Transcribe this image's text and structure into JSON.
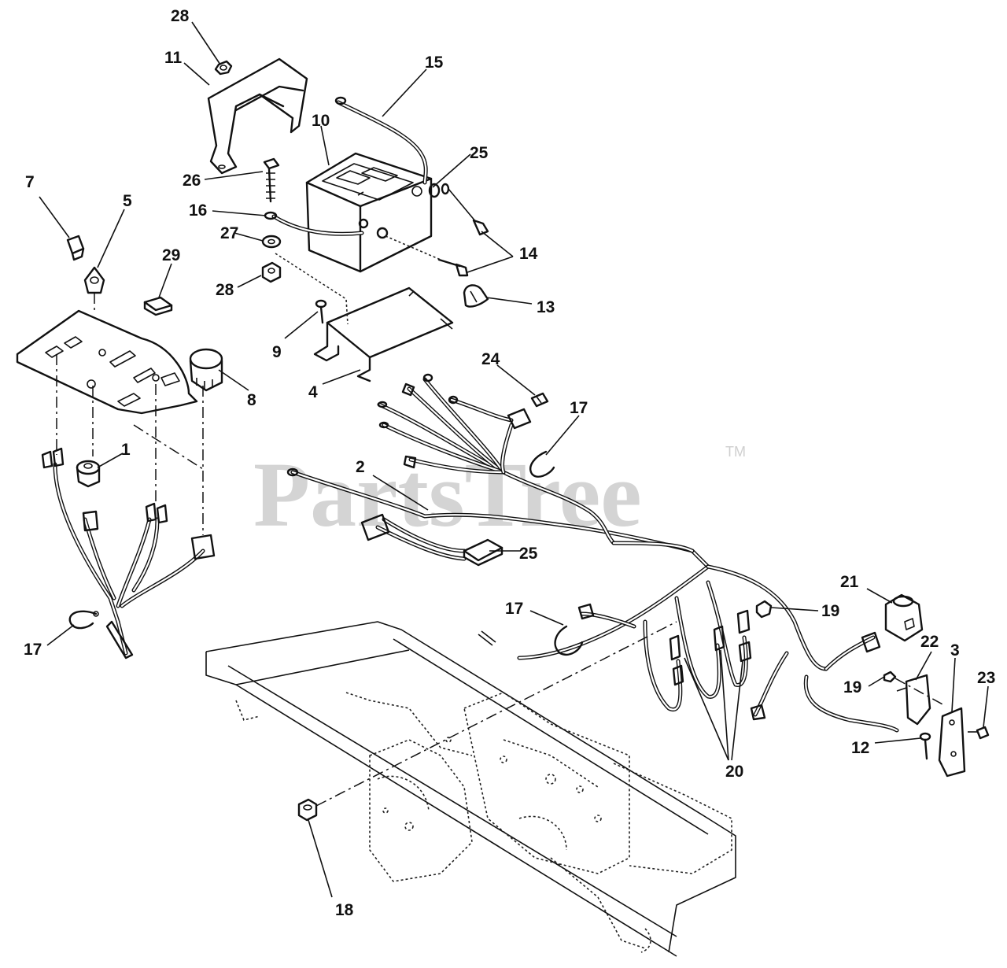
{
  "watermark": {
    "text": "PartsTree",
    "tm": "TM"
  },
  "callouts": [
    {
      "n": "28"
    },
    {
      "n": "11"
    },
    {
      "n": "15"
    },
    {
      "n": "10"
    },
    {
      "n": "25"
    },
    {
      "n": "26"
    },
    {
      "n": "7"
    },
    {
      "n": "5"
    },
    {
      "n": "16"
    },
    {
      "n": "27"
    },
    {
      "n": "14"
    },
    {
      "n": "29"
    },
    {
      "n": "28"
    },
    {
      "n": "13"
    },
    {
      "n": "9"
    },
    {
      "n": "8"
    },
    {
      "n": "4"
    },
    {
      "n": "24"
    },
    {
      "n": "17"
    },
    {
      "n": "1"
    },
    {
      "n": "2"
    },
    {
      "n": "25"
    },
    {
      "n": "21"
    },
    {
      "n": "17"
    },
    {
      "n": "19"
    },
    {
      "n": "17"
    },
    {
      "n": "22"
    },
    {
      "n": "3"
    },
    {
      "n": "23"
    },
    {
      "n": "19"
    },
    {
      "n": "12"
    },
    {
      "n": "20"
    },
    {
      "n": "18"
    }
  ]
}
